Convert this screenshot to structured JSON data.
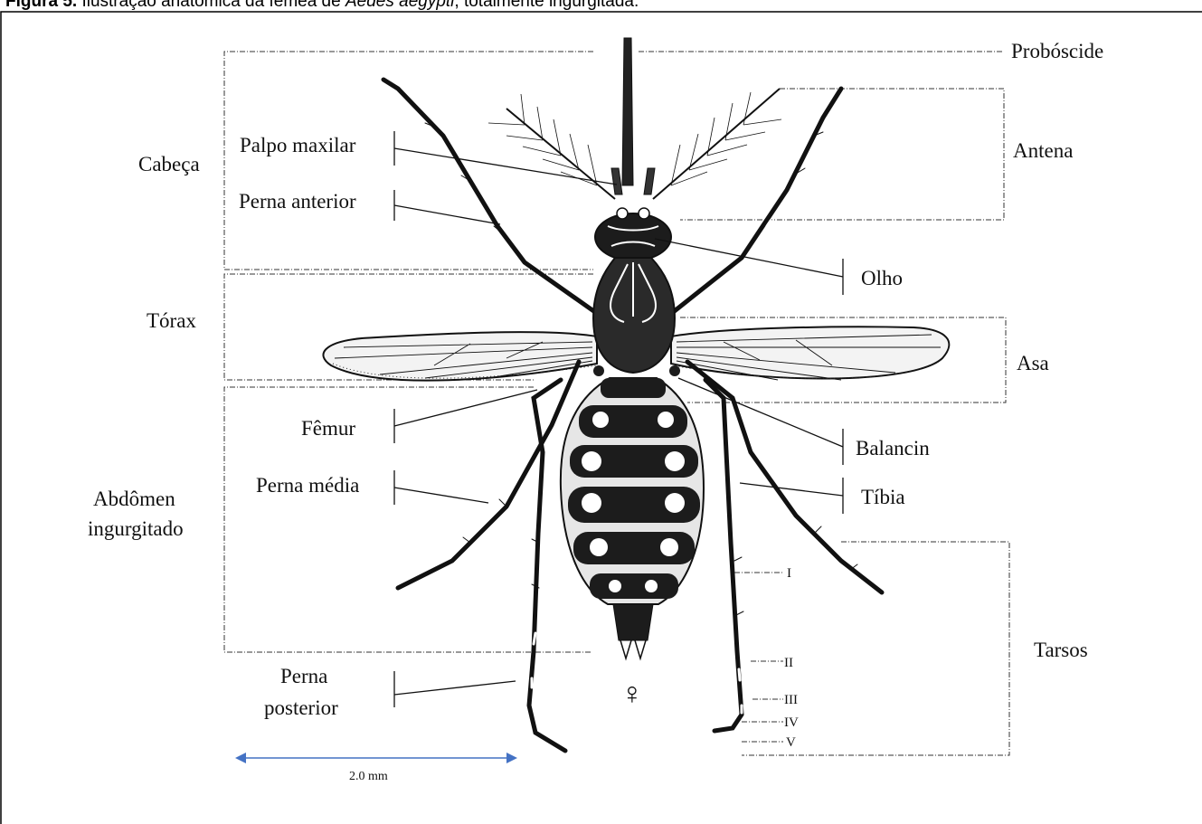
{
  "caption": {
    "figure_label": "Figura 5.",
    "text_before": " Ilustração anatômica da fêmea de ",
    "species": "Aedes aegypti",
    "text_after": ", totalmente ingurgitada."
  },
  "labels": {
    "proboscide": "Probóscide",
    "antena": "Antena",
    "cabeca": "Cabeça",
    "palpo_maxilar": "Palpo maxilar",
    "perna_anterior": "Perna anterior",
    "olho": "Olho",
    "torax": "Tórax",
    "asa": "Asa",
    "femur": "Fêmur",
    "balancin": "Balancin",
    "abdomen_line1": "Abdômen",
    "abdomen_line2": "ingurgitado",
    "perna_media": "Perna média",
    "tibia": "Tíbia",
    "tarsos": "Tarsos",
    "perna_posterior_line1": "Perna",
    "perna_posterior_line2": "posterior"
  },
  "tarsal_segments": [
    "I",
    "II",
    "III",
    "IV",
    "V"
  ],
  "sex_symbol": "♀",
  "scale_bar": {
    "label": "2.0 mm",
    "color": "#4472c4"
  }
}
